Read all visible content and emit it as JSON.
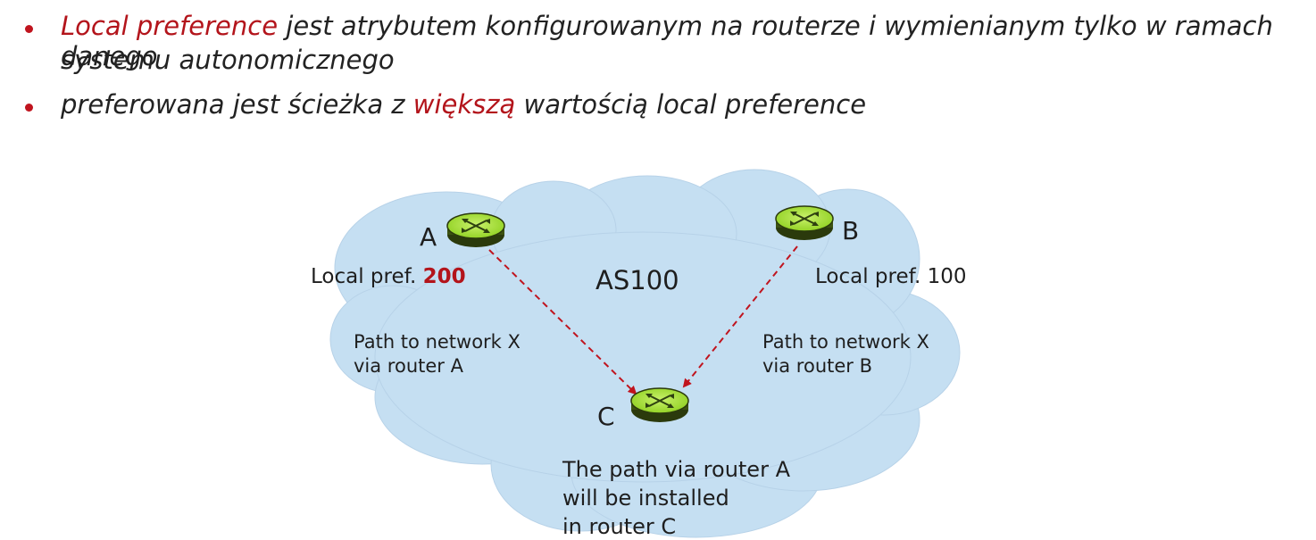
{
  "bullet1": {
    "highlight": "Local preference",
    "rest_line1": "jest atrybutem konfigurowanym na routerze i wymienianym tylko w ramach danego",
    "rest_line2": "systemu autonomicznego"
  },
  "bullet2": {
    "before": "preferowana jest ścieżka z",
    "highlight": "większą",
    "after": "wartością local preference"
  },
  "diagram": {
    "as_label": "AS100",
    "router_a": {
      "name": "A",
      "local_pref_prefix": "Local pref. ",
      "local_pref_value": "200"
    },
    "router_b": {
      "name": "B",
      "local_pref_text": "Local pref. 100"
    },
    "router_c": {
      "name": "C"
    },
    "path_a": [
      "Path to network X",
      "via router A"
    ],
    "path_b": [
      "Path to network X",
      "via router B"
    ],
    "conclusion": [
      "The path via router A",
      "will be installed",
      "in router C"
    ]
  },
  "colors": {
    "accent_red": "#b3141b",
    "cloud": "#c5dff2",
    "router_green": "#a9e23a",
    "arrow": "#c0141e"
  }
}
